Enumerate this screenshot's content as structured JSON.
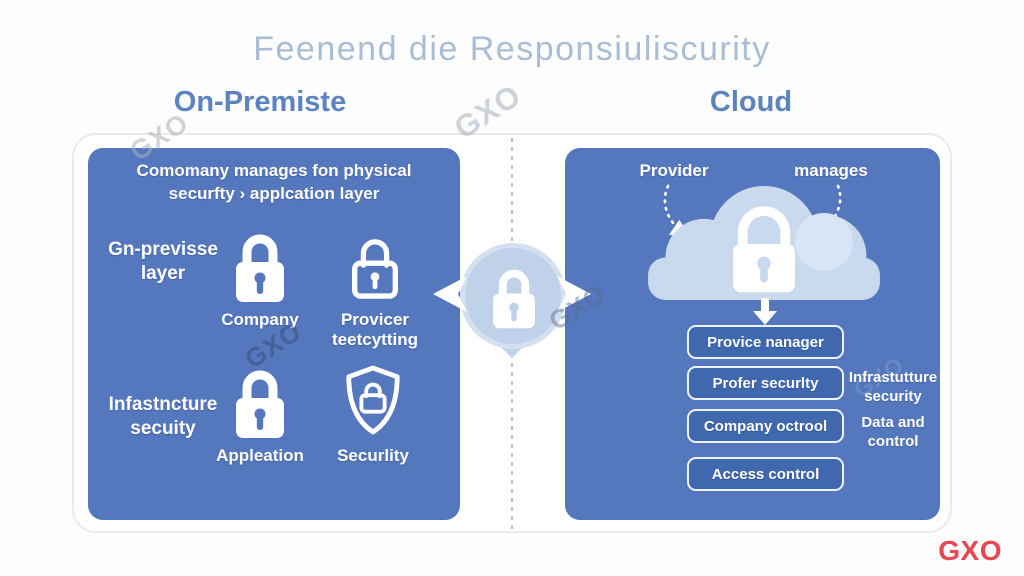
{
  "title": {
    "text": "Feenend die Responsiuliscurity"
  },
  "columns": {
    "left": "On-Premiste",
    "right": "Cloud"
  },
  "left_panel": {
    "caption_line1": "Comomany manages fon physical",
    "caption_line2": "securfty › applcation layer",
    "row1": {
      "label_line1": "Gn-previsse",
      "label_line2": "layer",
      "company_label": "Company",
      "provider_label_line1": "Provicer",
      "provider_label_line2": "teetcytting"
    },
    "row2": {
      "label_line1": "Infastncture",
      "label_line2": "secuity",
      "application_label": "Appleation",
      "security_label": "Securlity"
    }
  },
  "cloud_panel": {
    "provider_label": "Provider",
    "manages_label": "manages",
    "buttons": [
      "Provice nanager",
      "Profer securlty",
      "Company octrool",
      "Access control"
    ],
    "side_labels": {
      "infra_line1": "Infrastutture",
      "infra_line2": "security",
      "data_line1": "Data and",
      "data_line2": "control"
    }
  },
  "watermark": "GXO",
  "logo_text": "GXO",
  "colors": {
    "panel_blue": "#5477bd",
    "button_blue": "#3f68ae",
    "cloud_light_blue": "#c9daef",
    "badge_blue": "#c0d2ea",
    "header_blue": "#5c83bf",
    "title_blue": "#a9bdd5",
    "logo_red": "#e8474f"
  }
}
